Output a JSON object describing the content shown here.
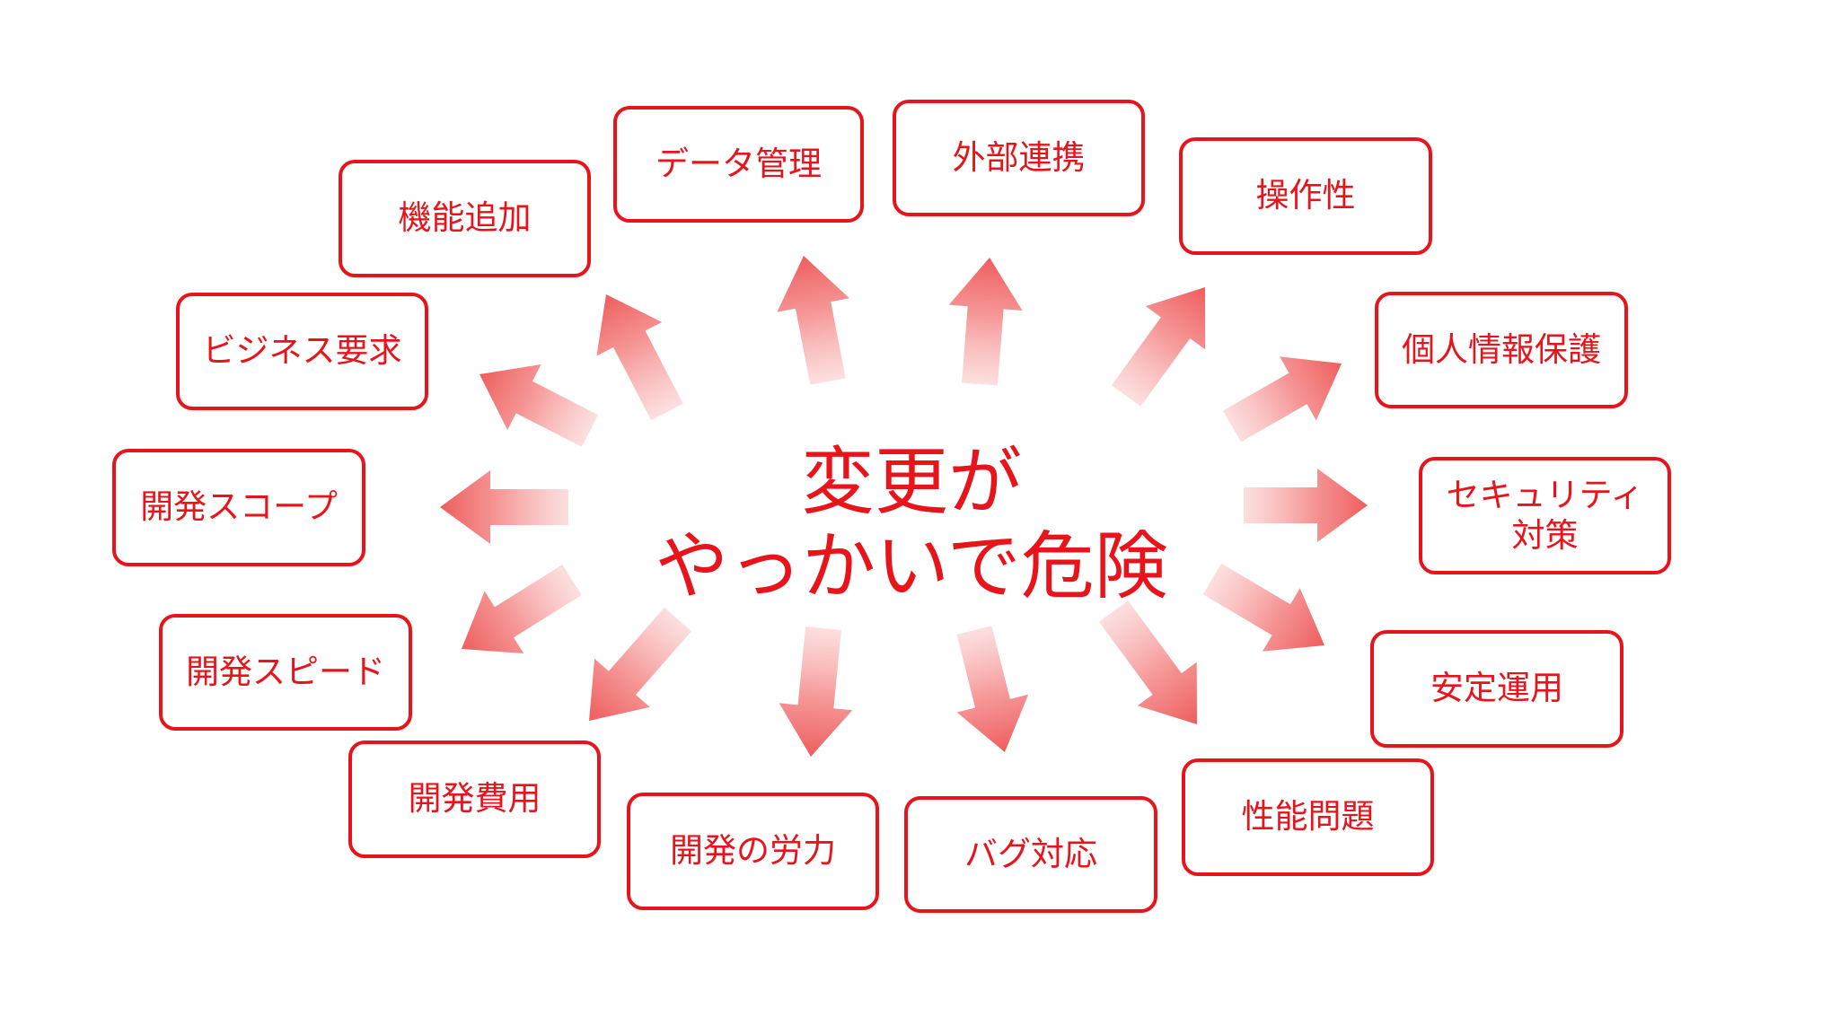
{
  "diagram": {
    "title_line1": "変更が",
    "title_line2": "やっかいで危険",
    "accent_color": "#e8141c",
    "items": [
      {
        "id": "data-kanri",
        "label": "データ管理"
      },
      {
        "id": "gaibu-renkei",
        "label": "外部連携"
      },
      {
        "id": "sousasei",
        "label": "操作性"
      },
      {
        "id": "kinou-tsuika",
        "label": "機能追加"
      },
      {
        "id": "kojin-jouhou-hogo",
        "label": "個人情報保護"
      },
      {
        "id": "business-youkyuu",
        "label": "ビジネス要求"
      },
      {
        "id": "security-taisaku",
        "label": "セキュリティ\n対策"
      },
      {
        "id": "kaihatsu-scope",
        "label": "開発スコープ"
      },
      {
        "id": "kaihatsu-speed",
        "label": "開発スピード"
      },
      {
        "id": "antei-unyou",
        "label": "安定運用"
      },
      {
        "id": "kaihatsu-hiyou",
        "label": "開発費用"
      },
      {
        "id": "seinou-mondai",
        "label": "性能問題"
      },
      {
        "id": "kaihatsu-rouryoku",
        "label": "開発の労力"
      },
      {
        "id": "bug-taiou",
        "label": "バグ対応"
      }
    ]
  }
}
